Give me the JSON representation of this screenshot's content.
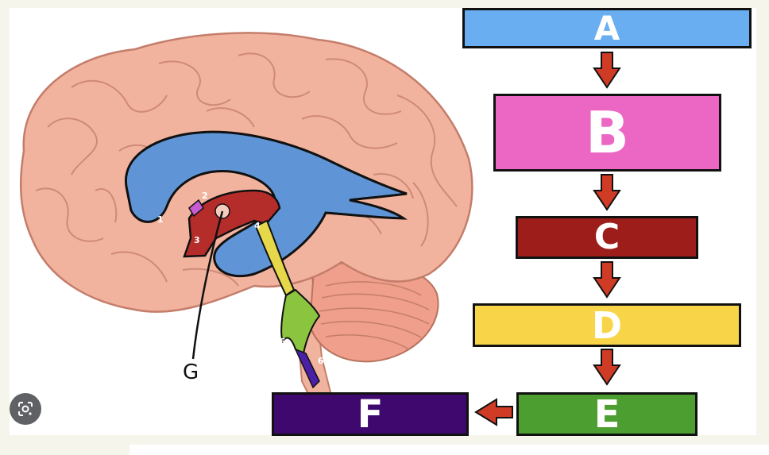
{
  "diagram": {
    "boxes": [
      {
        "id": "A",
        "label": "A",
        "color": "#6aaef2"
      },
      {
        "id": "B",
        "label": "B",
        "color": "#ec66c4"
      },
      {
        "id": "C",
        "label": "C",
        "color": "#9c1d1a"
      },
      {
        "id": "D",
        "label": "D",
        "color": "#f8d548"
      },
      {
        "id": "E",
        "label": "E",
        "color": "#4d9e30"
      },
      {
        "id": "F",
        "label": "F",
        "color": "#3f086e"
      }
    ],
    "arrow_color": "#cf3b25",
    "pointer_label": "G",
    "region_numbers": [
      "1",
      "2",
      "3",
      "4",
      "5",
      "6"
    ],
    "ventricle_colors": {
      "lateral": "#5f95d6",
      "third": "#b52d2a",
      "aqueduct": "#e6d84a",
      "fourth": "#8bc43f",
      "canal": "#4a20a6",
      "foramen": "#c75bd0"
    },
    "brain_color": "#f2b39e"
  },
  "ui": {
    "lens_icon": "google-lens-icon"
  }
}
